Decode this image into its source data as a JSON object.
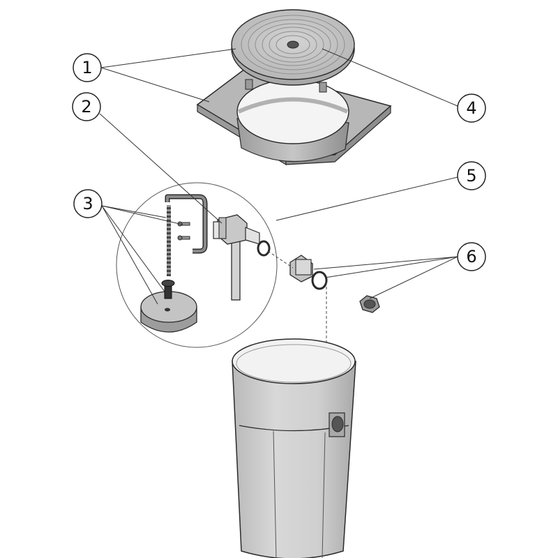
{
  "diagram": {
    "colors": {
      "part_fill": "#c9c9c9",
      "part_light": "#e2e2e2",
      "part_dark": "#8a8a8a",
      "outline": "#2a2a2a",
      "leader": "#333333",
      "callout_stroke": "#222222",
      "callout_fill": "#ffffff"
    },
    "callouts": [
      {
        "label": "1"
      },
      {
        "label": "2"
      },
      {
        "label": "3"
      },
      {
        "label": "4"
      },
      {
        "label": "5"
      },
      {
        "label": "6"
      }
    ]
  }
}
